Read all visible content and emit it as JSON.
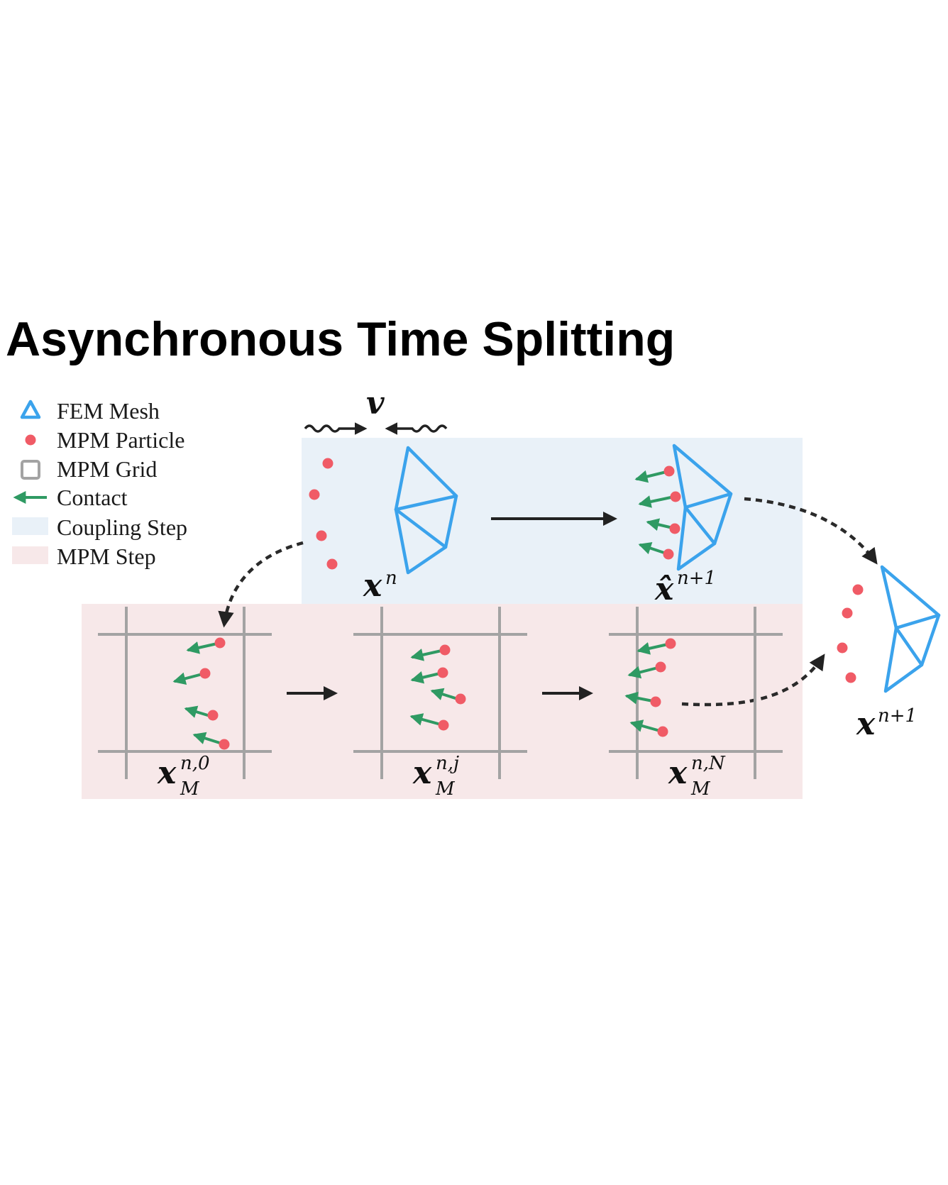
{
  "title": "Asynchronous Time Splitting",
  "legend": [
    {
      "icon": "triangle-icon",
      "label": "FEM Mesh"
    },
    {
      "icon": "dot-icon",
      "label": "MPM Particle"
    },
    {
      "icon": "square-icon",
      "label": "MPM Grid"
    },
    {
      "icon": "arrow-left-icon",
      "label": "Contact"
    },
    {
      "icon": "swatch-icon",
      "label": "Coupling Step"
    },
    {
      "icon": "swatch-icon",
      "label": "MPM Step"
    }
  ],
  "colors": {
    "fem_mesh": "#3ba3ec",
    "particle": "#f05b66",
    "grid": "#a3a3a3",
    "contact": "#2f9a63",
    "coupling_bg": "#e9f1f8",
    "mpm_bg": "#f7e8e9"
  },
  "labels": {
    "velocity": "v",
    "coupling_start": {
      "base": "x",
      "sup": "n"
    },
    "coupling_end": {
      "base": "x̂",
      "sup": "n+1"
    },
    "mpm_state_0": {
      "base": "x",
      "sup": "n,0",
      "sub": "M"
    },
    "mpm_state_j": {
      "base": "x",
      "sup": "n,j",
      "sub": "M"
    },
    "mpm_state_N": {
      "base": "x",
      "sup": "n,N",
      "sub": "M"
    },
    "final_state": {
      "base": "x",
      "sup": "n+1"
    }
  }
}
